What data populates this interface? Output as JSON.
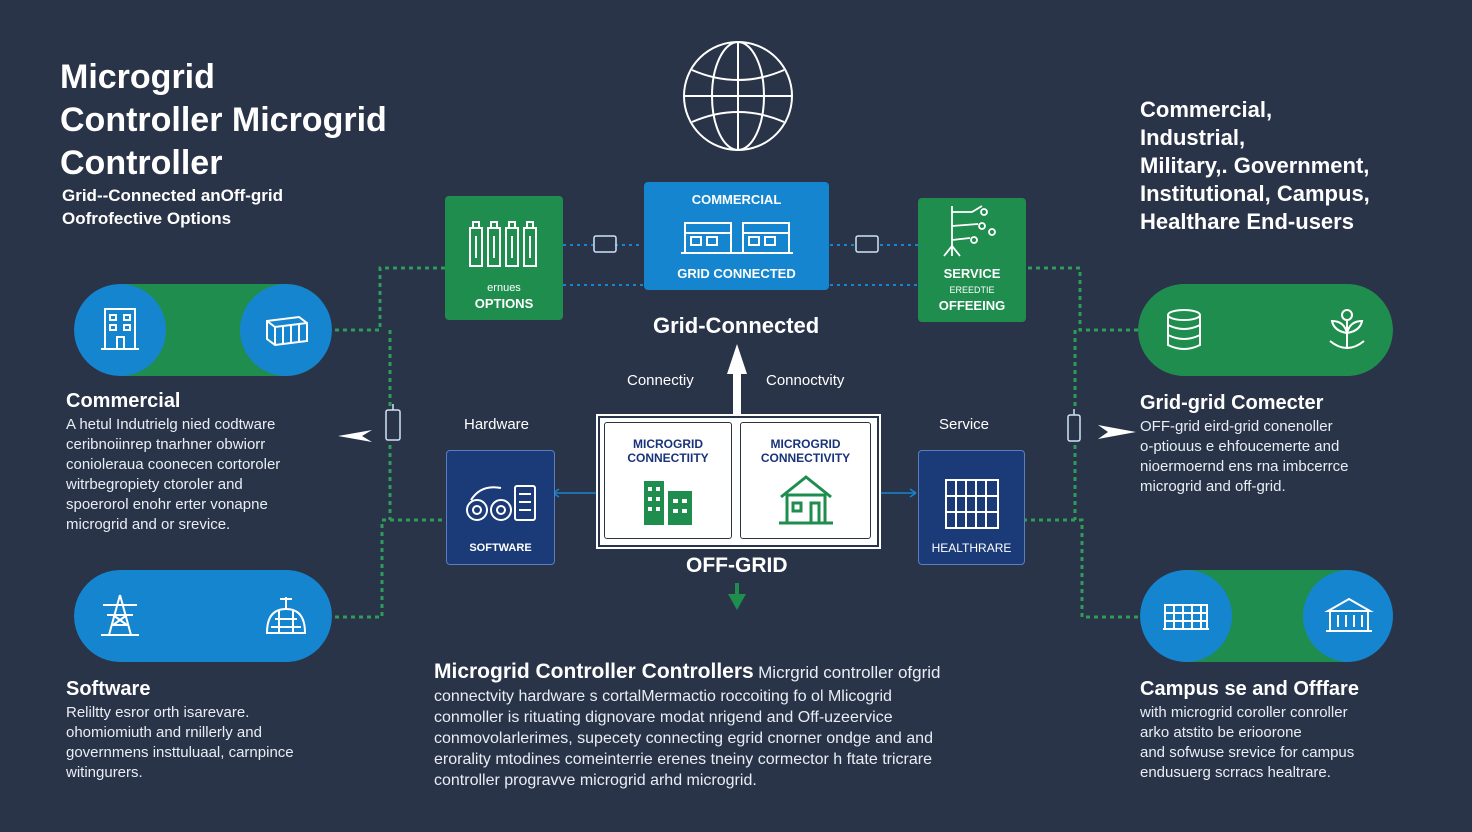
{
  "title_lines": [
    "Microgrid",
    "Controller Microgrid",
    "Controller"
  ],
  "subtitle_lines": [
    "Grid--Connected anOff-grid",
    "Oofrofective Options"
  ],
  "right_title_lines": [
    "Commercial,",
    "Industrial,",
    "Military,. Government,",
    "Institutional, Campus,",
    "Healthare End-users"
  ],
  "left_sections": [
    {
      "heading": "Commercial",
      "lines": [
        "A hetul Indutrielg nied codtware",
        "ceribnoiinrep tnarhner obwiorr",
        "conioleraua coonecen cortoroler",
        "witrbegropiety ctoroler and",
        "spoerorol enohr erter vonapne",
        "microgrid and or srevice."
      ]
    },
    {
      "heading": "Software",
      "lines": [
        "Reliltty esror orth isarevare.",
        "ohomiomiuth and rnillerly and",
        "governmens insttuluaal, carnpince",
        "witingurers."
      ]
    }
  ],
  "right_sections": [
    {
      "heading": "Grid-grid Comecter",
      "lines": [
        "OFF-grid eird-grid conenoller",
        "o-ptiouus e ehfoucemerte and",
        "nioermoernd ens rna imbcerrce",
        "microgrid and off-grid."
      ]
    },
    {
      "heading": "Campus se and Offfare",
      "lines": [
        "with microgrid coroller conroller",
        "arko atstito be erioorone",
        "and sofwuse srevice for campus",
        "endusuerg scrracs healtrare."
      ]
    }
  ],
  "boxes": {
    "options": {
      "lines": [
        "ernues",
        "OPTIONS"
      ]
    },
    "commercial": {
      "top": "COMMERCIAL",
      "bottom": "GRID CONNECTED"
    },
    "service_offering": {
      "lines": [
        "SERVICE",
        "EREEDTIE",
        "OFFEEING"
      ]
    },
    "software": {
      "label": "SOFTWARE"
    },
    "healthcare": {
      "label": "HEALTHRARE"
    }
  },
  "center": {
    "grid_connected": "Grid-Connected",
    "connectivity_left": "Connectiy",
    "connectivity_right": "Connoctvity",
    "hardware": "Hardware",
    "service": "Service",
    "card_left": [
      "MICROGRID",
      "CONNECTIITY"
    ],
    "card_right": [
      "MICROGRID",
      "CONNECTIVITY"
    ],
    "off_grid": "OFF-GRID"
  },
  "bottom": {
    "heading": "Microgrid Controller Controllers",
    "heading_suffix": "Micrgrid controller ofgrid",
    "lines": [
      "connectvity hardware s cortalMermactio roccoiting fo ol Mlicogrid",
      "conmoller is rituating dignovare modat nrigend and Off-uzeervice",
      "conmovolarlerimes, supecety connecting egrid cnorner ondge and and",
      "erorality mtodines comeinterrie erenes tneiny cormector h ftate tricrare",
      "controller progravve microgrid arhd microgrid."
    ]
  },
  "colors": {
    "background": "#2a3448",
    "blue": "#1585d0",
    "green": "#1f8d4e",
    "navy": "#1a3a78",
    "dotted": "#2e9d5a"
  },
  "icons": {
    "globe": "globe-icon",
    "building": "building-icon",
    "truck": "container-icon",
    "tower": "transmission-tower-icon",
    "dome": "dome-icon",
    "database": "database-icon",
    "plant": "plant-icon",
    "campus_a": "campus-building-icon",
    "campus_b": "institution-icon",
    "battery": "battery-icon",
    "factory": "factory-icon",
    "circuit": "circuit-icon",
    "gear": "software-gear-icon",
    "hospital": "healthcare-building-icon",
    "house": "house-icon"
  }
}
